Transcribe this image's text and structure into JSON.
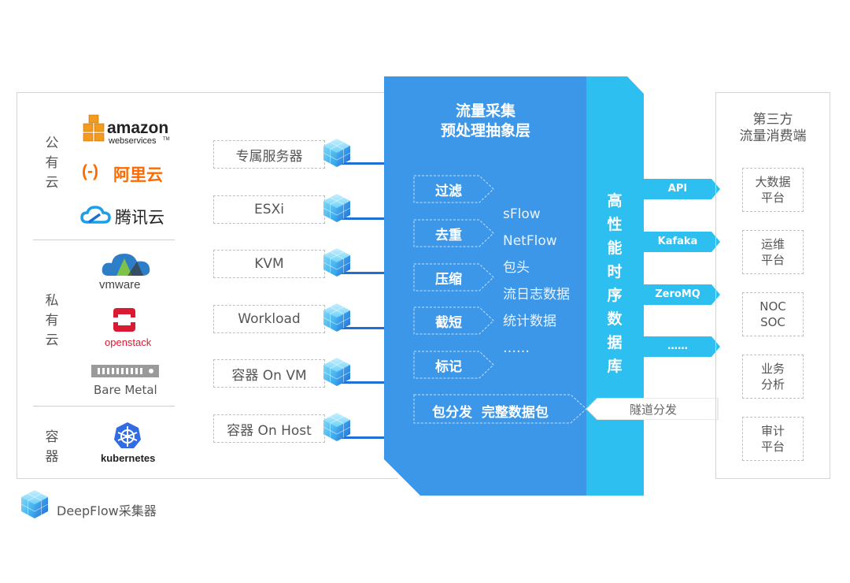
{
  "left": {
    "categories": {
      "public_cloud": "公有云",
      "private_cloud": "私有云",
      "container": "容器"
    },
    "logos": {
      "amazon_main": "amazon",
      "amazon_sub": "webservices",
      "amazon_tm": "TM",
      "aliyun_mark": "(-)",
      "aliyun": "阿里云",
      "tencent": "腾讯云",
      "vmware": "vmware",
      "openstack": "openstack",
      "baremetal": "Bare Metal",
      "kubernetes": "kubernetes"
    },
    "nodes": [
      "专属服务器",
      "ESXi",
      "KVM",
      "Workload",
      "容器 On VM",
      "容器 On Host"
    ]
  },
  "layer": {
    "title_line1": "流量采集",
    "title_line2": "预处理抽象层",
    "steps": [
      "过滤",
      "去重",
      "压缩",
      "截短",
      "标记"
    ],
    "formats": [
      "sFlow",
      "NetFlow",
      "包头",
      "流日志数据",
      "统计数据",
      "……"
    ],
    "distribute": "包分发  完整数据包"
  },
  "tsdb": {
    "label": [
      "高",
      "性",
      "能",
      "时",
      "序",
      "数",
      "据",
      "库"
    ],
    "outputs": [
      "API",
      "Kafaka",
      "ZeroMQ",
      "……"
    ],
    "tunnel": "隧道分发"
  },
  "right": {
    "title_line1": "第三方",
    "title_line2": "流量消费端",
    "consumers": [
      {
        "l1": "大数据",
        "l2": "平台"
      },
      {
        "l1": "运维",
        "l2": "平台"
      },
      {
        "l1": "NOC",
        "l2": "SOC"
      },
      {
        "l1": "业务",
        "l2": "分析"
      },
      {
        "l1": "审计",
        "l2": "平台"
      }
    ]
  },
  "legend": {
    "label": "DeepFlow采集器"
  },
  "colors": {
    "layer_blue": "#3d97e8",
    "tsdb_cyan": "#2cbff0",
    "connector": "#1f6fd6"
  }
}
